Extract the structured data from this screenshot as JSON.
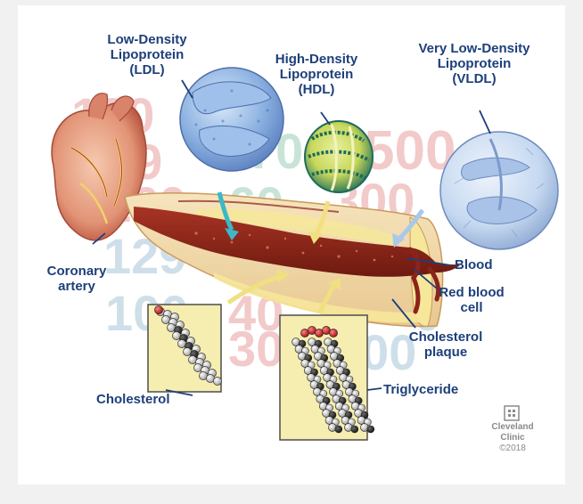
{
  "labels": {
    "ldl_line1": "Low-Density",
    "ldl_line2": "Lipoprotein",
    "ldl_line3": "(LDL)",
    "hdl_line1": "High-Density",
    "hdl_line2": "Lipoprotein",
    "hdl_line3": "(HDL)",
    "vldl_line1": "Very Low-Density",
    "vldl_line2": "Lipoprotein",
    "vldl_line3": "(VLDL)",
    "coronary_line1": "Coronary",
    "coronary_line2": "artery",
    "blood": "Blood",
    "rbc_line1": "Red blood",
    "rbc_line2": "cell",
    "plaque_line1": "Cholesterol",
    "plaque_line2": "plaque",
    "cholesterol": "Cholesterol",
    "triglyceride": "Triglyceride"
  },
  "background_numbers": [
    {
      "text": "190",
      "color": "#e8a0a0"
    },
    {
      "text": "89",
      "color": "#e8a0a0"
    },
    {
      "text": "70",
      "color": "#9ccfb8"
    },
    {
      "text": "500",
      "color": "#e8a0a0"
    },
    {
      "text": "160",
      "color": "#e8a0a0"
    },
    {
      "text": "60",
      "color": "#9ccfb8"
    },
    {
      "text": "300",
      "color": "#e8a0a0"
    },
    {
      "text": "129",
      "color": "#a9c6da"
    },
    {
      "text": "100",
      "color": "#a9c6da"
    },
    {
      "text": "40",
      "color": "#e8a0a0"
    },
    {
      "text": "30",
      "color": "#e8a0a0"
    },
    {
      "text": "100",
      "color": "#a9c6da"
    },
    {
      "text": "0",
      "color": "#a9c6da"
    },
    {
      "text": "0",
      "color": "#e8a0a0"
    }
  ],
  "brand": {
    "line1": "Cleveland",
    "line2": "Clinic",
    "copyright": "©2018"
  },
  "colors": {
    "label": "#1d3f7a",
    "artery_wall": "#f3ddb0",
    "blood": "#8c2318",
    "plaque": "#f6e79a",
    "ldl": "#8ab0e0",
    "hdl": "#1d6b5a",
    "vldl": "#c5d8f0"
  }
}
